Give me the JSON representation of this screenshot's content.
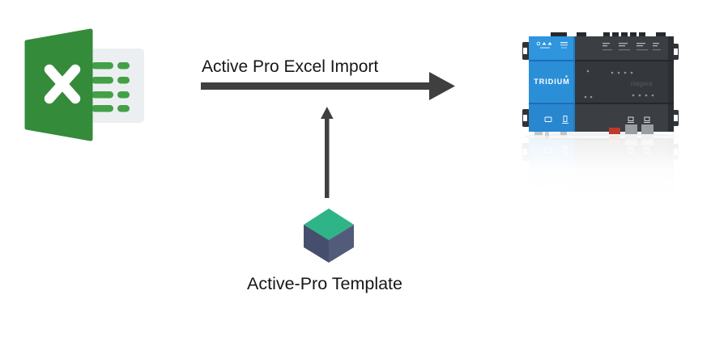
{
  "diagram": {
    "source": {
      "icon": "excel-icon"
    },
    "import_arrow": {
      "label": "Active Pro Excel Import",
      "direction": "right"
    },
    "template_arrow": {
      "direction": "up"
    },
    "template": {
      "label": "Active-Pro Template",
      "icon": "cube-icon"
    },
    "device": {
      "brand": "TRIDIUM",
      "submark": "niagara",
      "icon": "tridium-controller"
    },
    "colors": {
      "excel_green": "#348b3a",
      "excel_bar_green": "#43a047",
      "excel_page": "#eceff1",
      "arrow": "#3f3f3f",
      "label_text": "#161616",
      "cube_top": "#2fb488",
      "cube_left": "#454f6d",
      "cube_right": "#525c7a",
      "tridium_blue": "#2b8fd8",
      "device_body": "#34383c",
      "connector_red": "#c0392b"
    }
  }
}
